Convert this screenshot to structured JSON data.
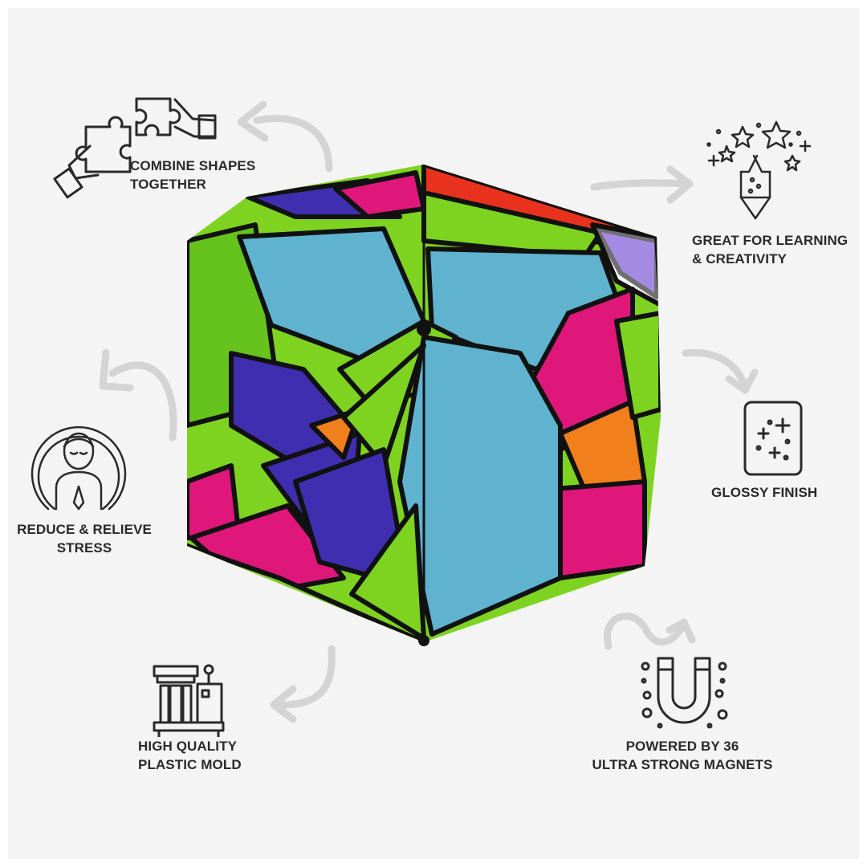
{
  "features": {
    "combine": {
      "line1": "COMBINE SHAPES",
      "line2": "TOGETHER",
      "icon": "puzzle-hands-icon"
    },
    "learning": {
      "line1": "GREAT FOR LEARNING",
      "line2": "& CREATIVITY",
      "icon": "pencil-sparkle-icon"
    },
    "glossy": {
      "line1": "GLOSSY FINISH",
      "icon": "sparkle-card-icon"
    },
    "stress": {
      "line1": "REDUCE & RELIEVE",
      "line2": "STRESS",
      "icon": "meditation-icon"
    },
    "mold": {
      "line1": "HIGH QUALITY",
      "line2": "PLASTIC MOLD",
      "icon": "mold-machine-icon"
    },
    "magnets": {
      "line1": "POWERED BY 36",
      "line2": "ULTRA STRONG MAGNETS",
      "icon": "magnet-icon"
    }
  },
  "colors": {
    "background": "#f4f4f4",
    "text": "#2a2a2a",
    "arrow": "#d4d4d4",
    "cube_blue": "#5fb3cf",
    "cube_green": "#7ed321",
    "cube_pink": "#e0177a",
    "cube_purple": "#3f2fb0",
    "cube_orange": "#f07f1c"
  }
}
